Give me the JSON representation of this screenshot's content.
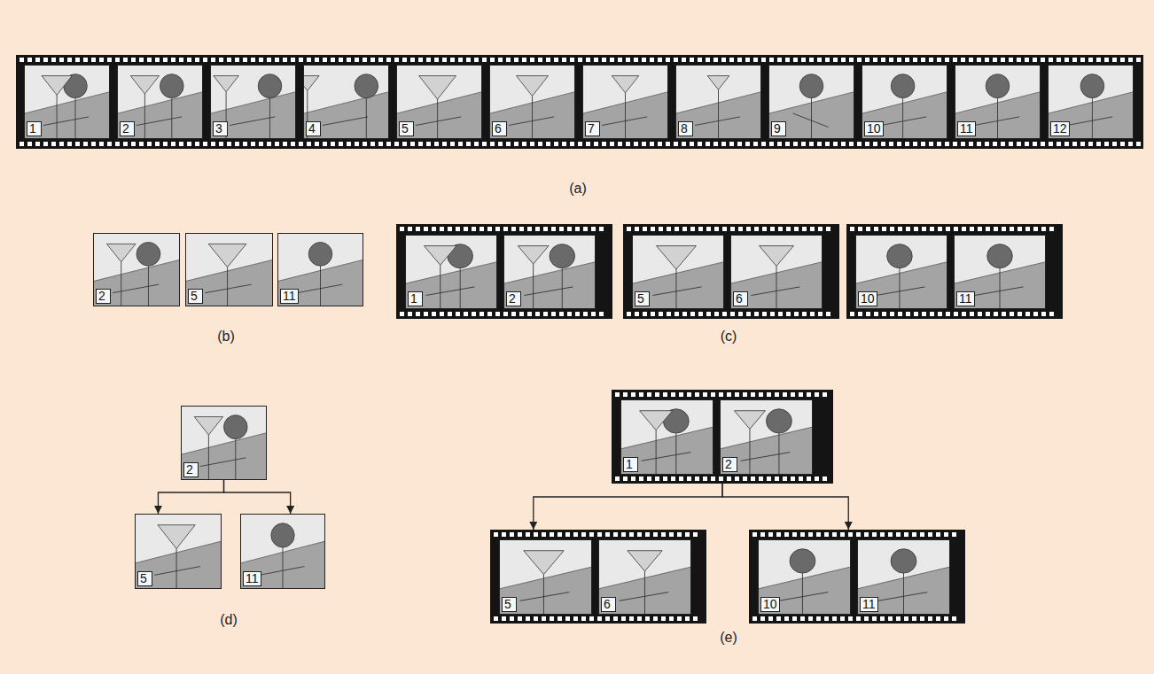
{
  "diagram": {
    "nodes": [
      {
        "text": []
      },
      {
        "text": [
          "1"
        ],
        "in": 0
      },
      {
        "text": [
          "2"
        ],
        "in": 0
      },
      {
        "text": [
          "3"
        ],
        "in": 0
      },
      {
        "text": [
          "4"
        ],
        "in": 0
      },
      {
        "text": [
          "5"
        ],
        "in": 0
      },
      {
        "text": [
          "6"
        ],
        "in": 0
      },
      {
        "text": [
          "7"
        ],
        "in": 0
      },
      {
        "text": [
          "8"
        ],
        "in": 0
      },
      {
        "text": [
          "9"
        ],
        "in": 0
      },
      {
        "text": [
          "10"
        ],
        "in": 0
      },
      {
        "text": [
          "11"
        ],
        "in": 0
      },
      {
        "text": [
          "12"
        ],
        "in": 0
      },
      {
        "text": [
          "2"
        ]
      },
      {
        "text": [
          "5"
        ]
      },
      {
        "text": [
          "11"
        ]
      },
      {
        "text": []
      },
      {
        "text": [
          "1"
        ],
        "in": 16
      },
      {
        "text": [
          "2"
        ],
        "in": 16
      },
      {
        "text": []
      },
      {
        "text": [
          "5"
        ],
        "in": 19
      },
      {
        "text": [
          "6"
        ],
        "in": 19
      },
      {
        "text": []
      },
      {
        "text": [
          "10"
        ],
        "in": 22
      },
      {
        "text": [
          "11"
        ],
        "in": 22
      },
      {
        "text": [
          "2"
        ]
      },
      {
        "text": [
          "5"
        ]
      },
      {
        "text": [
          "11"
        ]
      },
      {
        "text": []
      },
      {
        "text": [
          "1"
        ],
        "in": 28
      },
      {
        "text": [
          "2"
        ],
        "in": 28
      },
      {
        "text": []
      },
      {
        "text": [
          "5"
        ],
        "in": 31
      },
      {
        "text": [
          "6"
        ],
        "in": 31
      },
      {
        "text": []
      },
      {
        "text": [
          "10"
        ],
        "in": 34
      },
      {
        "text": [
          "11"
        ],
        "in": 34
      }
    ],
    "edges": [
      {
        "from": 25,
        "to": 26,
        "arrow": "to"
      },
      {
        "from": 25,
        "to": 27,
        "arrow": "to"
      },
      {
        "from": 28,
        "to": 31,
        "arrow": "to"
      },
      {
        "from": 28,
        "to": 34,
        "arrow": "to"
      }
    ],
    "labels": [
      "(a)",
      "(b)",
      "(c)",
      "(d)",
      "(e)"
    ]
  }
}
